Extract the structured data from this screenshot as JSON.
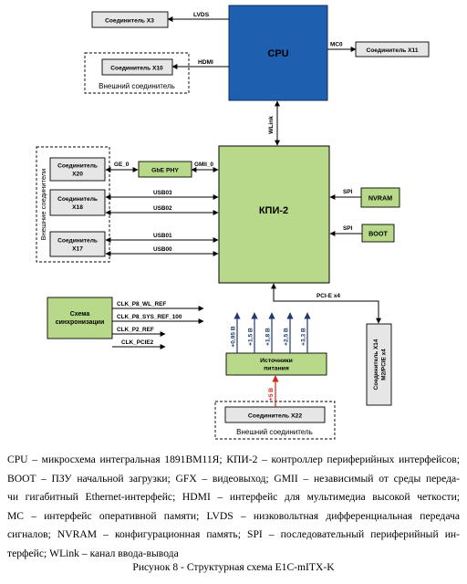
{
  "nodes": {
    "cpu": "CPU",
    "kpi": "КПИ-2",
    "gbe_phy": "GbE PHY",
    "x3": "Соединитель X3",
    "x10": "Соединитель X10",
    "x11": "Соединитель X11",
    "x20": [
      "Соединитель",
      "X20"
    ],
    "x18": [
      "Соединитель",
      "X18"
    ],
    "x17": [
      "Соединитель",
      "X17"
    ],
    "nvram": "NVRAM",
    "boot": "BOOT",
    "sync": [
      "Схема",
      "синхронизации"
    ],
    "power": [
      "Источники",
      "питания"
    ],
    "x22": "Соединитель X22",
    "x14": [
      "Соединитель X14",
      "M2/PCIE x4"
    ]
  },
  "groups": {
    "ext_x10": "Внешний соединитель",
    "ext_left": "Внешние соединители",
    "ext_x22": "Внешний соединитель"
  },
  "links": {
    "lvds": "LVDS",
    "hdmi": "HDMI",
    "mc0": "MC0",
    "wlink": "WLink",
    "ge0": "GE_0",
    "gmii0": "GMII_0",
    "usb03": "USB03",
    "usb02": "USB02",
    "usb01": "USB01",
    "usb00": "USB00",
    "spi_nvram": "SPI",
    "spi_boot": "SPI",
    "pcie": "PCI-E x4",
    "clk": [
      "CLK_P8_WL_REF",
      "CLK_P8_SYS_REF_100",
      "CLK_P2_REF",
      "CLK_PCIE2"
    ],
    "voltages": [
      "+0,95 В",
      "+1,5 В",
      "+1,8 В",
      "+2,5 В",
      "+3,3 В"
    ],
    "power_in": "+5 В"
  },
  "colors": {
    "cpu": "#1f5fb0",
    "kpi": "#b9d98a",
    "power_in": "#d8231b"
  },
  "caption": {
    "lines": [
      "CPU – микросхема интегральная 1891ВМ11Я; КПИ-2 – контроллер периферийных интерфейсов;",
      "BOOT – ПЗУ начальной загрузки; GFX – видеовыход; GMII – независимый от среды переда-",
      "чи гигабитный Ethernet-интерфейс; HDMI – интерфейс для мультимедиа высокой четкости;",
      "MC – интерфейс оперативной памяти; LVDS – низковольтная дифференциальная передача",
      "сигналов; NVRAM – конфигурационная память; SPI – последовательный периферийный ин-",
      "терфейс; WLink – канал ввода-вывода"
    ],
    "title": "Рисунок 8 - Структурная схема E1C-mITX-K"
  }
}
